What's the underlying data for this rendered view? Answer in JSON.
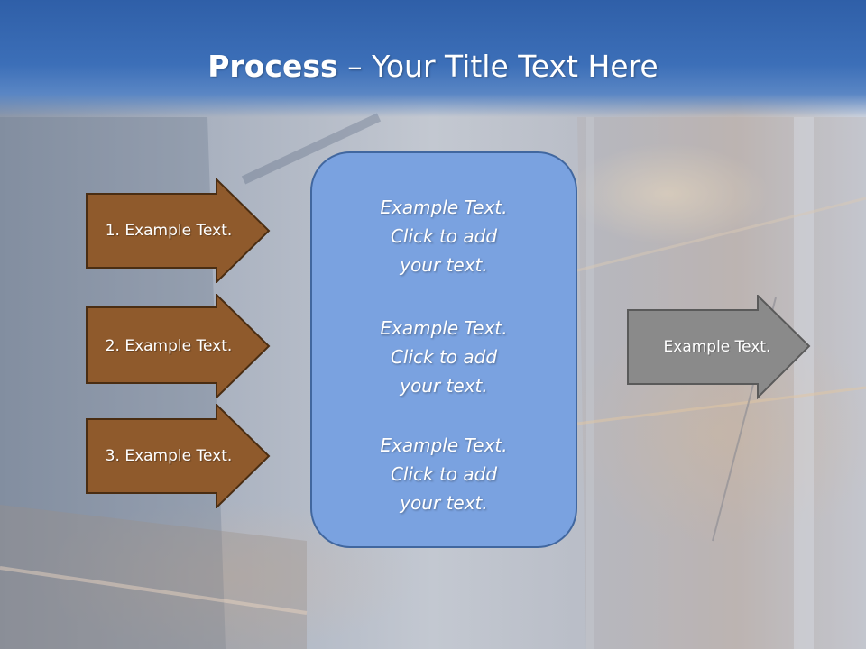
{
  "slide": {
    "title_bold": "Process",
    "title_rest": " – Your Title Text Here"
  },
  "inputs": [
    {
      "label": "1. Example Text."
    },
    {
      "label": "2. Example Text."
    },
    {
      "label": "3. Example Text."
    }
  ],
  "center": {
    "blocks": [
      {
        "lines": [
          "Example Text.",
          "Click  to add",
          "your text."
        ]
      },
      {
        "lines": [
          "Example Text.",
          "Click  to add",
          "your text."
        ]
      },
      {
        "lines": [
          "Example Text.",
          "Click  to add",
          "your text."
        ]
      }
    ]
  },
  "output": {
    "label": "Example Text."
  },
  "colors": {
    "input_arrow_fill": "#8f5a2c",
    "input_arrow_stroke": "#4a2d12",
    "output_arrow_fill": "#8a8a8a",
    "output_arrow_stroke": "#5a5a5a",
    "center_fill": "#7aa2e0",
    "center_stroke": "#41679f",
    "header": "#2f5fa8"
  }
}
